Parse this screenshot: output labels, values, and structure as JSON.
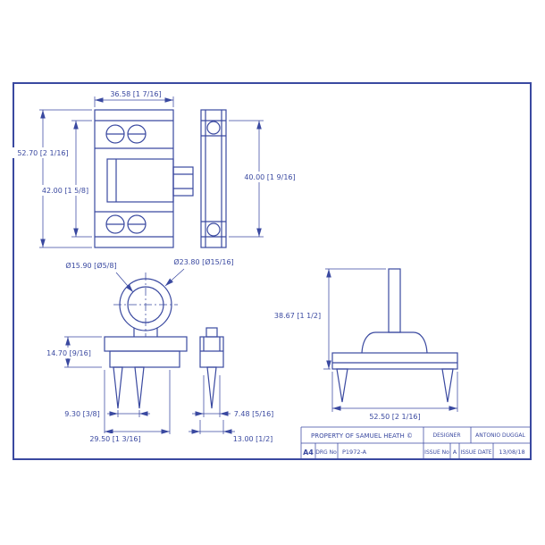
{
  "colors": {
    "ink": "#3a49a0",
    "background": "#ffffff"
  },
  "front_view": {
    "dim_width": "36.58 [1 7/16]",
    "dim_overall_height": "52.70 [2 1/16]",
    "dim_body_height": "42.00 [1 5/8]",
    "dim_keeper_height": "40.00 [1 9/16]"
  },
  "plan_view": {
    "dim_ring_inner_dia": "Ø15.90 [Ø5/8]",
    "dim_ring_outer_dia": "Ø23.80 [Ø15/16]",
    "dim_base_height": "14.70 [9/16]",
    "dim_prong_spacing": "9.30 [3/8]",
    "dim_base_width": "29.50 [1 3/16]",
    "dim_side_rib": "7.48 [5/16]",
    "dim_side_width": "13.00 [1/2]"
  },
  "elevation_view": {
    "dim_height": "38.67 [1 1/2]",
    "dim_width": "52.50 [2 1/16]"
  },
  "title_block": {
    "property_notice": "PROPERTY OF SAMUEL HEATH ©",
    "designer_label": "DESIGNER",
    "designer_name": "ANTONIO DUGGAL",
    "sheet_size": "A4",
    "drg_no_label": "DRG No",
    "drg_no_value": "P1972-A",
    "issue_no_label": "ISSUE No",
    "issue_no_value": "A",
    "issue_date_label": "ISSUE DATE",
    "issue_date_value": "13/08/18"
  }
}
